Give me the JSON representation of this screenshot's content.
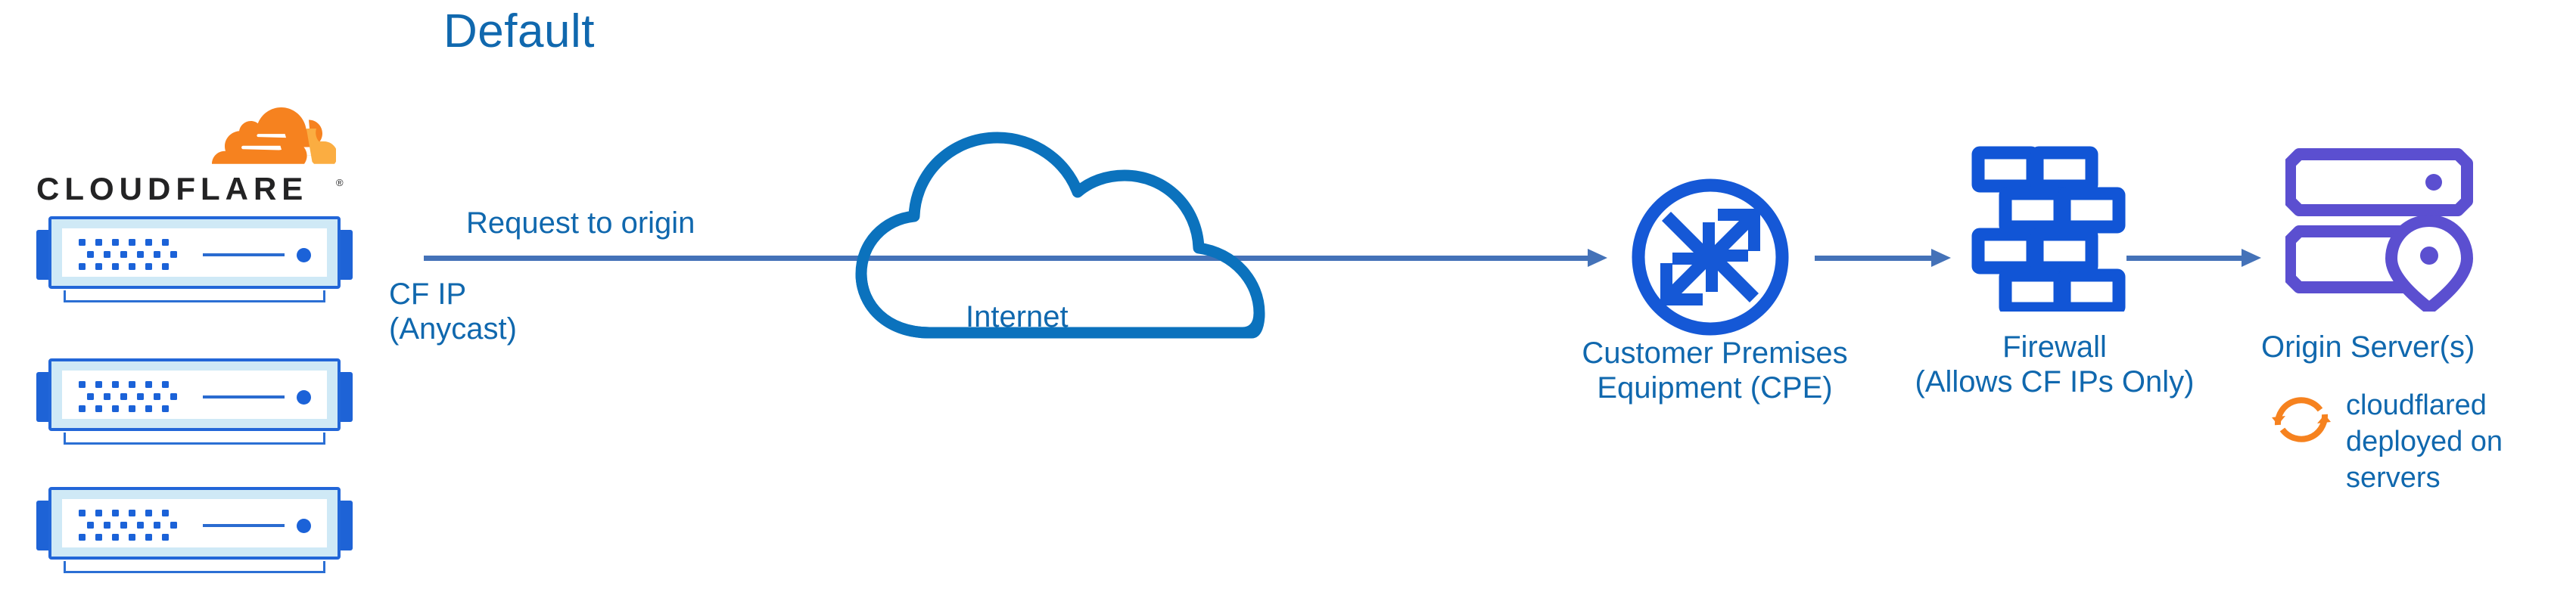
{
  "title": "Default",
  "brand": {
    "logo_text": "CLOUDFLARE",
    "registered_mark": "®",
    "logo_orange": "#F6821F",
    "logo_orange_light": "#FBAD41",
    "wordmark_color": "#232324"
  },
  "colors": {
    "primary_blue": "#1068AE",
    "icon_blue": "#1558D6",
    "arrow_blue": "#4472B8",
    "purple": "#5B4FD0",
    "orange": "#F6821F",
    "server_fill": "#CFE9F6",
    "server_border": "#2266D8"
  },
  "nodes": {
    "cloudflare_edge": {
      "name": "cloudflare-edge",
      "icon": "server-rack-icon",
      "count": 3,
      "ip_label_line1": "CF IP",
      "ip_label_line2": "(Anycast)"
    },
    "internet": {
      "label": "Internet",
      "icon": "cloud-icon"
    },
    "cpe": {
      "label_line1": "Customer Premises",
      "label_line2": "Equipment (CPE)",
      "icon": "router-icon"
    },
    "firewall": {
      "label_line1": "Firewall",
      "label_line2": "(Allows CF IPs Only)",
      "icon": "brick-wall-icon"
    },
    "origin": {
      "label": "Origin Server(s)",
      "icon": "server-location-icon",
      "note_line1": "cloudflared",
      "note_line2": "deployed on",
      "note_line3": "servers",
      "note_icon": "sync-arrows-icon"
    }
  },
  "edges": {
    "request_to_origin": "Request to origin",
    "cpe_to_firewall": "",
    "firewall_to_origin": ""
  }
}
